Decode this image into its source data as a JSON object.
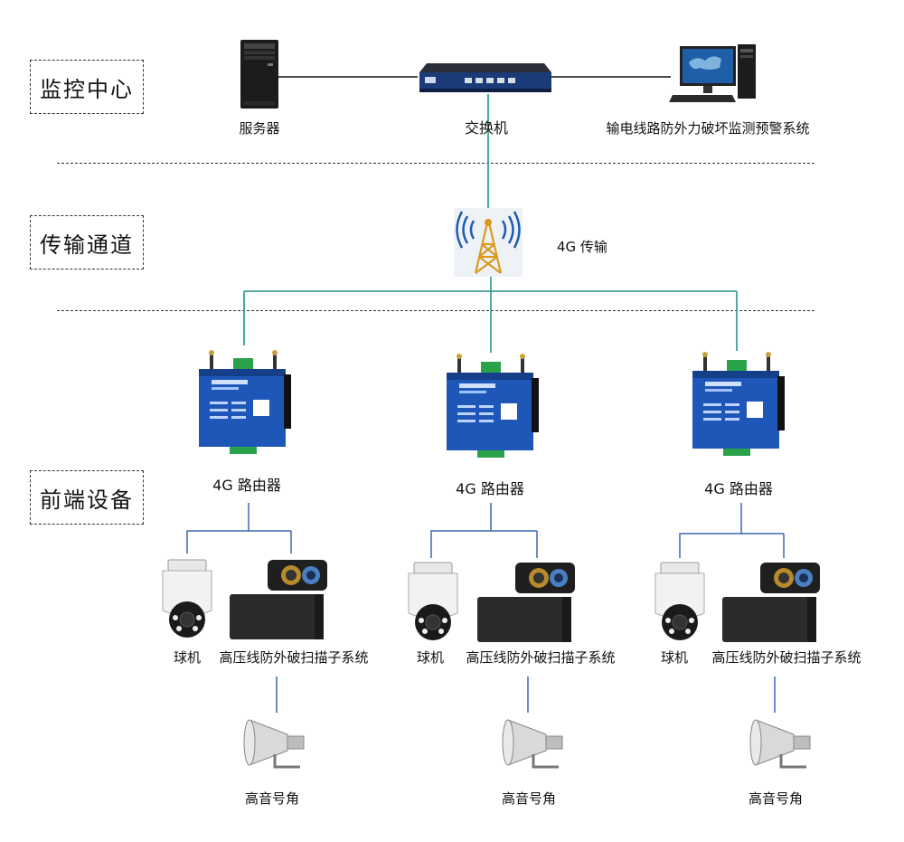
{
  "zones": {
    "control_center": "监控中心",
    "transmission": "传输通道",
    "front_end": "前端设备"
  },
  "control_center": {
    "server_label": "服务器",
    "switch_label": "交换机",
    "system_label": "输电线路防外力破坏监测预警系统"
  },
  "transmission": {
    "tower_label": "4G 传输"
  },
  "front_groups": [
    {
      "router_label": "4G 路由器",
      "dome_label": "球机",
      "scanner_label": "高压线防外破扫描子系统",
      "horn_label": "高音号角"
    },
    {
      "router_label": "4G 路由器",
      "dome_label": "球机",
      "scanner_label": "高压线防外破扫描子系统",
      "horn_label": "高音号角"
    },
    {
      "router_label": "4G 路由器",
      "dome_label": "球机",
      "scanner_label": "高压线防外破扫描子系统",
      "horn_label": "高音号角"
    }
  ],
  "colors": {
    "teal_link": "#3f9e98",
    "blue_link": "#3b66b8",
    "black_link": "#111111",
    "router_body": "#1f57b8",
    "dashed_border": "#333333"
  },
  "icons": [
    "server-icon",
    "switch-icon",
    "computer-icon",
    "tower-icon",
    "router-icon",
    "dome-camera-icon",
    "scanner-icon",
    "horn-icon"
  ]
}
